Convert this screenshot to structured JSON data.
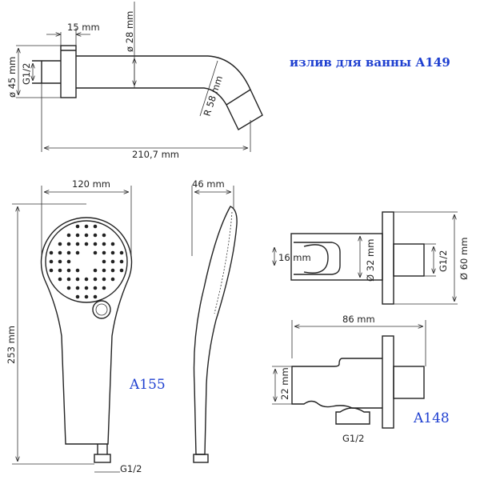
{
  "spout": {
    "title": "излив для ванны А149",
    "flange_width": "15 mm",
    "pipe_diameter": "ø 28 mm",
    "flange_diameter": "ø 45 mm",
    "thread": "G1/2",
    "radius": "R 58 mm",
    "length": "210,7 mm"
  },
  "hand_shower": {
    "code": "A155",
    "head_width": "120 mm",
    "depth": "46 mm",
    "length": "253 mm",
    "thread": "G1/2"
  },
  "holder": {
    "code": "A148",
    "inner": "16 mm",
    "body_diameter": "Ø 32 mm",
    "thread_top": "G1/2",
    "flange_diameter": "Ø 60 mm",
    "length": "86 mm",
    "height": "22 mm",
    "thread_bottom": "G1/2"
  },
  "colors": {
    "label": "#1e3fd0",
    "line": "#222222"
  }
}
